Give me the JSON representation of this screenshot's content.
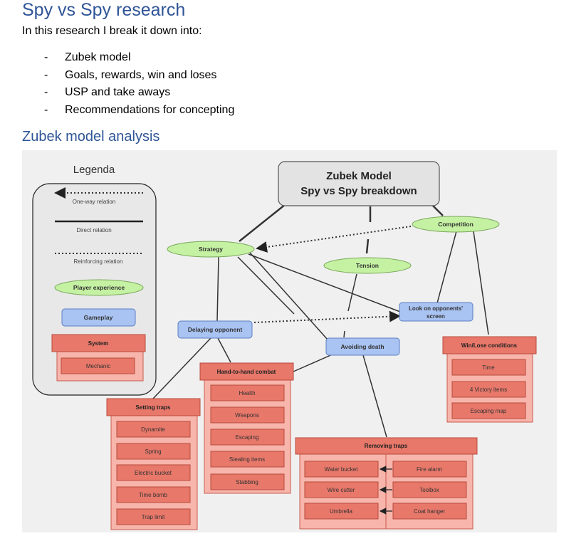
{
  "doc": {
    "title": "Spy vs Spy research",
    "intro": "In this research I break it down into:",
    "bullets": [
      "Zubek model",
      "Goals, rewards, win and loses",
      "USP and take aways",
      "Recommendations for concepting"
    ],
    "bullet_marker": "-",
    "section_heading": "Zubek model analysis"
  },
  "diagram": {
    "legend": {
      "title": "Legenda",
      "one_way": "One-way relation",
      "direct": "Direct relation",
      "reinforcing": "Reinforcing relation",
      "player_experience": "Player experience",
      "gameplay": "Gameplay",
      "system": "System",
      "mechanic": "Mechanic"
    },
    "main": {
      "line1": "Zubek Model",
      "line2": "Spy vs Spy breakdown"
    },
    "experiences": {
      "strategy": "Strategy",
      "tension": "Tension",
      "competition": "Competition"
    },
    "gameplay": {
      "delaying": "Delaying opponent",
      "avoiding": "Avoiding death",
      "look_line1": "Look on opponents'",
      "look_line2": "screen"
    },
    "systems": {
      "winlose": {
        "title": "Win/Lose conditions",
        "items": [
          "Time",
          "4 Victory items",
          "Escaping map"
        ]
      },
      "hand": {
        "title": "Hand-to-hand combat",
        "items": [
          "Health",
          "Weapons",
          "Escaping",
          "Stealing items",
          "Stabbing"
        ]
      },
      "traps": {
        "title": "Setting traps",
        "items": [
          "Dynamite",
          "Spring",
          "Electric bucket",
          "Time bomb",
          "Trap limit"
        ]
      },
      "removing": {
        "title": "Removing traps",
        "left": [
          "Water bucket",
          "Wire cutter",
          "Umbrella"
        ],
        "right": [
          "Fire alarm",
          "Toolbox",
          "Coat hanger"
        ]
      }
    },
    "colors": {
      "system_header": "#e8786a",
      "system_body": "#f7b5ab",
      "gameplay": "#a9c3f2",
      "experience": "#c5f1a3",
      "main_box": "#e3e3e3"
    }
  }
}
